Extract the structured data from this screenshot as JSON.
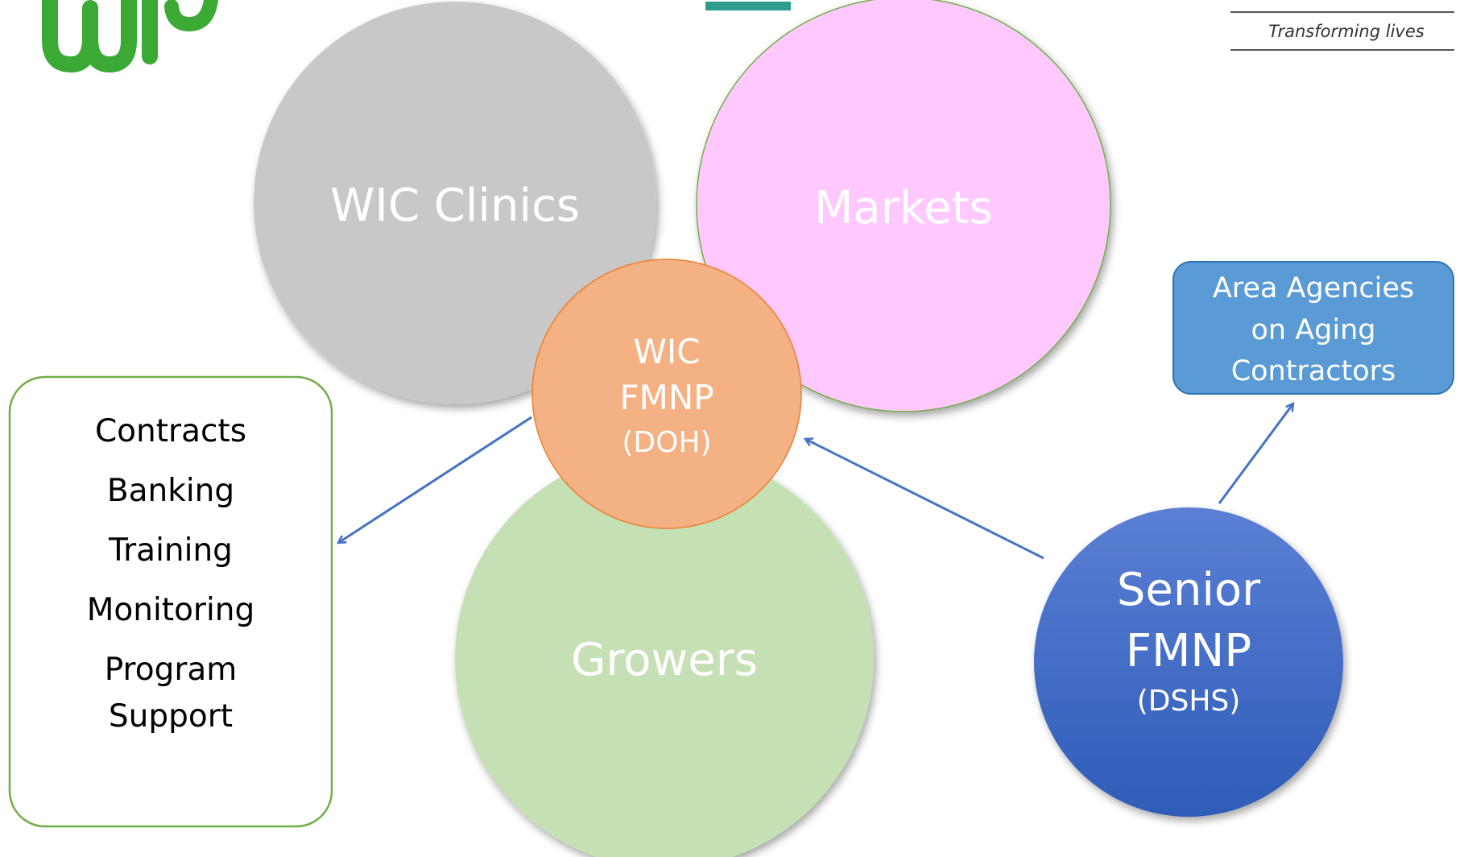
{
  "header": {
    "tagline": "Transforming lives",
    "logo_text": "wic"
  },
  "colors": {
    "wic_clinics_fill": "#c8c8c8",
    "markets_fill": "#ffc9ff",
    "markets_stroke": "#70ad47",
    "growers_fill": "#c5e0b4",
    "center_fill": "#f4b183",
    "center_stroke": "#ed7d31",
    "senior_fill_top": "#5b7fd4",
    "senior_fill_bottom": "#2e5cb8",
    "agencies_fill": "#5b9bd5",
    "agencies_stroke": "#2e75b6",
    "arrow": "#4472c4",
    "box_stroke": "#70ad47",
    "logo_green": "#3aaa35",
    "accent_teal": "#2e9c8f"
  },
  "circles": {
    "wic_clinics": "WIC Clinics",
    "markets": "Markets",
    "growers": "Growers",
    "center": {
      "line1": "WIC",
      "line2": "FMNP",
      "line3": "(DOH)"
    },
    "senior": {
      "line1": "Senior",
      "line2": "FMNP",
      "line3": "(DSHS)"
    }
  },
  "agencies_box": {
    "line1": "Area Agencies",
    "line2": "on Aging",
    "line3": "Contractors"
  },
  "duties_box": {
    "items": [
      "Contracts",
      "Banking",
      "Training",
      "Monitoring",
      "Program",
      "Support"
    ]
  }
}
